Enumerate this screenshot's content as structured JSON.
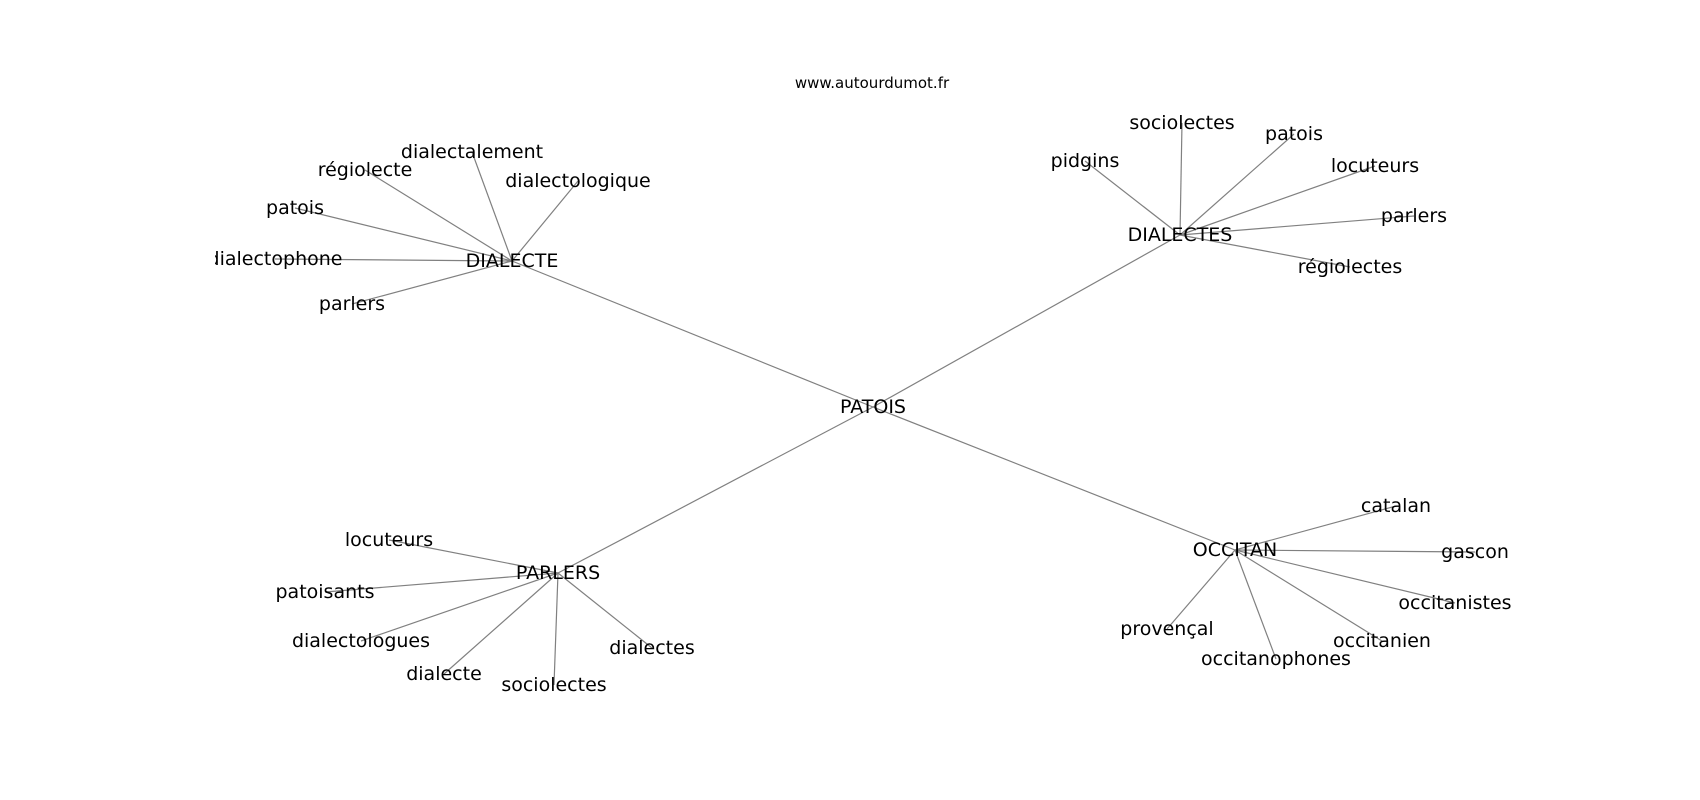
{
  "source": "www.autourdumot.fr",
  "graph": {
    "center": "PATOIS",
    "hubs": [
      {
        "label": "DIALECTE",
        "leaves": [
          "dialectalement",
          "régiolecte",
          "dialectologique",
          "patois",
          "dialectophone",
          "parlers"
        ]
      },
      {
        "label": "DIALECTES",
        "leaves": [
          "sociolectes",
          "patois",
          "pidgins",
          "locuteurs",
          "parlers",
          "régiolectes"
        ]
      },
      {
        "label": "PARLERS",
        "leaves": [
          "locuteurs",
          "patoisants",
          "dialectologues",
          "dialecte",
          "sociolectes",
          "dialectes"
        ]
      },
      {
        "label": "OCCITAN",
        "leaves": [
          "catalan",
          "gascon",
          "occitanistes",
          "occitanien",
          "occitanophones",
          "provençal"
        ]
      }
    ]
  }
}
